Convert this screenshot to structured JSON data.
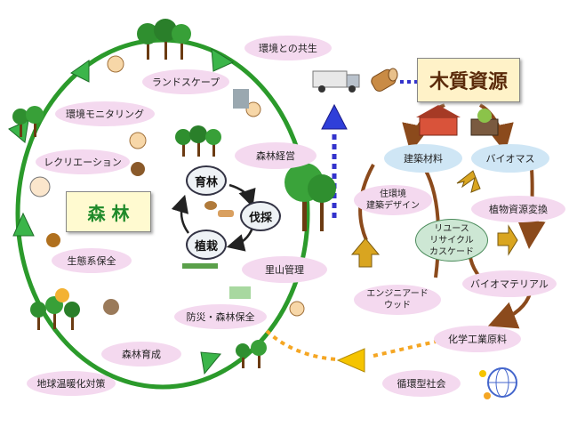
{
  "forest": {
    "title": "森 林",
    "cycle": {
      "ikurin": "育林",
      "bassai": "伐採",
      "shokusai": "植栽"
    },
    "labels": {
      "kankyo_kyosei": "環境との共生",
      "landscape": "ランドスケープ",
      "monitoring": "環境モニタリング",
      "recreation": "レクリエーション",
      "shinrin_keiei": "森林経営",
      "seitaikei": "生態系保全",
      "satoyama": "里山管理",
      "bosai": "防災・森林保全",
      "shinrin_ikusei": "森林育成",
      "ondanka": "地球温暖化対策"
    }
  },
  "wood": {
    "title": "木質資源",
    "labels": {
      "kenchiku": "建築材料",
      "biomass": "バイオマス",
      "jukankyo": "住環境\n建築デザイン",
      "reuse": "リユース\nリサイクル\nカスケード",
      "shokubutsu": "植物資源変換",
      "engineered": "エンジニアード\nウッド",
      "biomaterial": "バイオマテリアル",
      "kagaku": "化学工業原料",
      "junkan": "循環型社会"
    }
  },
  "colors": {
    "green": "#2b9a2b",
    "arrow_green": "#3bb54a",
    "brown": "#8b4a1c",
    "blue": "#3333cc",
    "orange": "#f5a623",
    "bubble_pink": "#f4d9ef",
    "forest_box": "#fffad0",
    "wood_box": "#fff2c8"
  }
}
